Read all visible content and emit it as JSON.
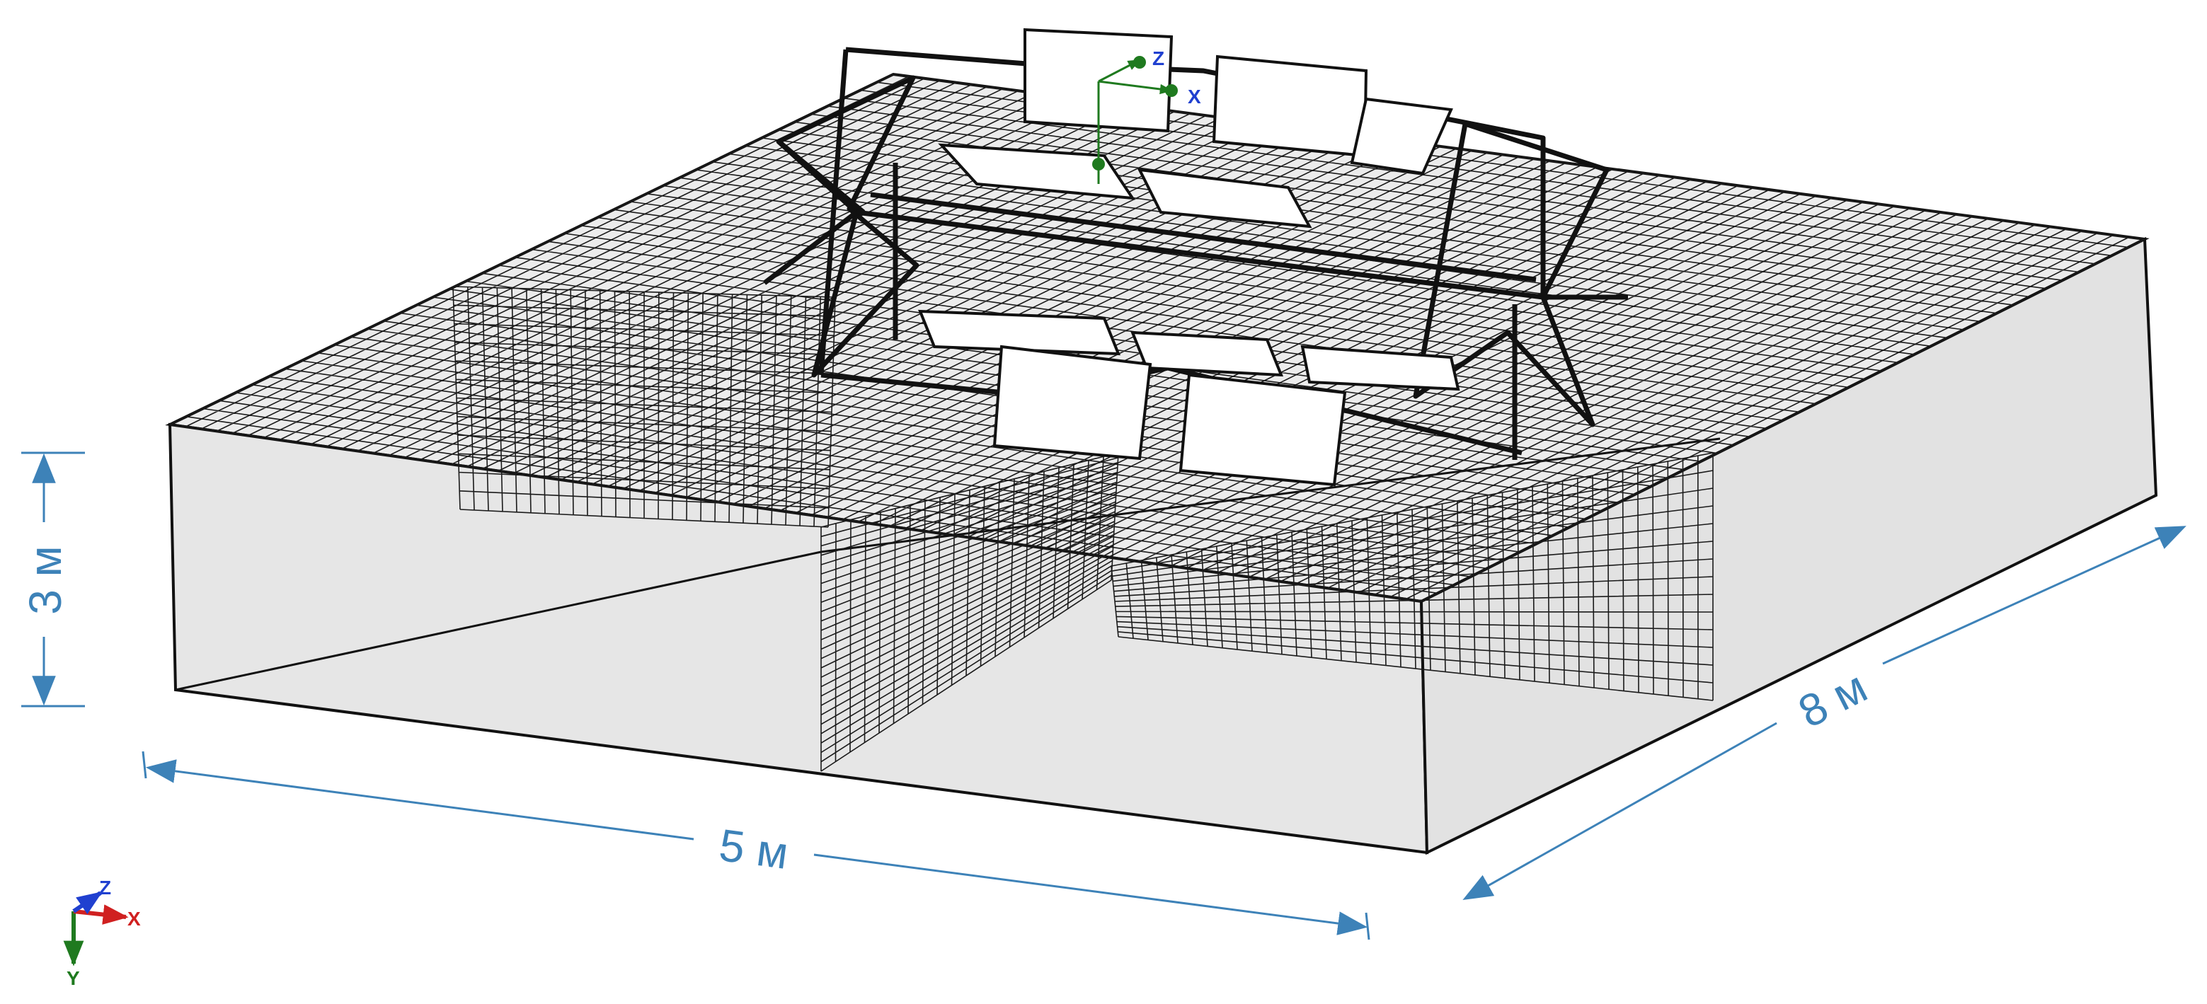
{
  "dimensions": {
    "width_label": "5 м",
    "depth_label": "8 м",
    "height_label": "3 м"
  },
  "triad": {
    "x_label": "X",
    "y_label": "Y",
    "z_label": "Z"
  },
  "gizmo": {
    "x_label": "X",
    "z_label": "Z"
  },
  "colors": {
    "dimension": "#3d82b8",
    "mesh": "#1a1a1a",
    "face": "#e8e8e8",
    "axis_x": "#d02020",
    "axis_y": "#1f7a1f",
    "axis_z": "#2040d0",
    "gizmo": "#1f7a1f"
  }
}
